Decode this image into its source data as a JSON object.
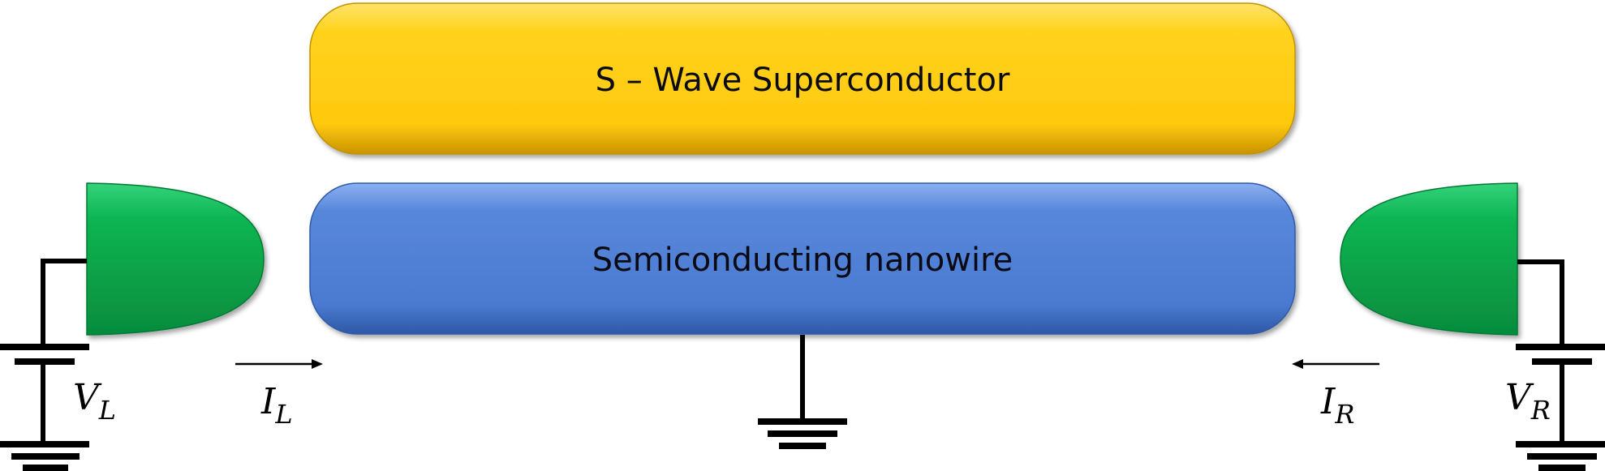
{
  "superconductor": {
    "label": "S – Wave Superconductor",
    "color": "#FFC90E"
  },
  "nanowire": {
    "label": "Semiconducting nanowire",
    "color": "#4A7BD1"
  },
  "lead_color": "#0BB451",
  "left": {
    "voltage_main": "V",
    "voltage_sub": "L",
    "current_main": "I",
    "current_sub": "L"
  },
  "right": {
    "voltage_main": "V",
    "voltage_sub": "R",
    "current_main": "I",
    "current_sub": "R"
  }
}
